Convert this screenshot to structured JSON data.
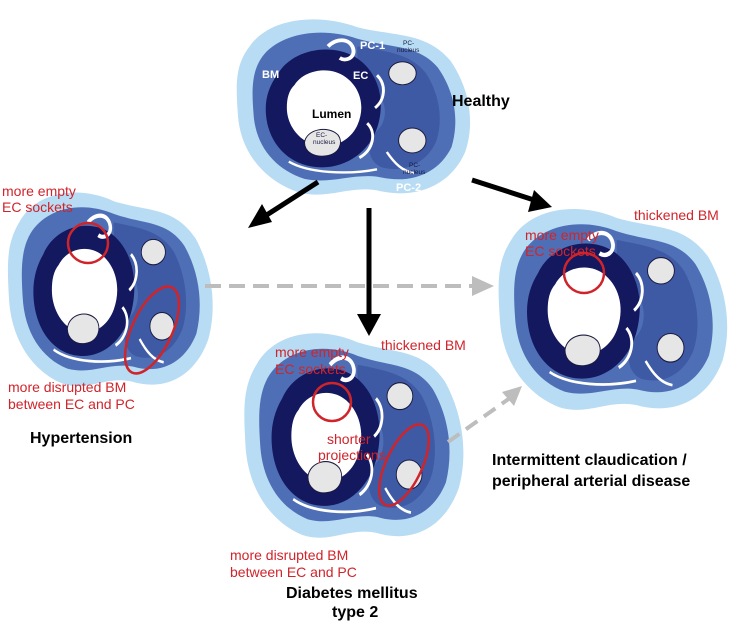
{
  "colors": {
    "outer": "#b8dcf3",
    "bm": "#4e6fb5",
    "ec": "#14185e",
    "pc": "#3e5aa5",
    "nucleus": "#e6e6e6",
    "highlight": "#d0242b",
    "dashed_arrow": "#bdbdbd"
  },
  "healthy": {
    "title": "Healthy",
    "bm": "BM",
    "ec": "EC",
    "lumen": "Lumen",
    "pc1": "PC-1",
    "pc2": "PC-2",
    "pc_nucleus_top_1": "PC-",
    "pc_nucleus_top_2": "nucleus",
    "pc_nucleus_bottom_1": "PC-",
    "pc_nucleus_bottom_2": "nucleus",
    "ec_nucleus_1": "EC-",
    "ec_nucleus_2": "nucleus"
  },
  "hypertension": {
    "title": "Hypertension",
    "note_top_1": "more empty",
    "note_top_2": "EC sockets",
    "note_bottom_1": "more disrupted BM",
    "note_bottom_2": "between EC and PC"
  },
  "diabetes": {
    "title_1": "Diabetes mellitus",
    "title_2": "type 2",
    "note_top_1": "more empty",
    "note_top_2": "EC sockets",
    "note_thick": "thickened BM",
    "note_mid_1": "shorter",
    "note_mid_2": "projections",
    "note_bottom_1": "more disrupted BM",
    "note_bottom_2": "between EC and PC"
  },
  "claudication": {
    "title_1": "Intermittent claudication /",
    "title_2": "peripheral arterial disease",
    "note_thick": "thickened BM",
    "note_top_1": "more empty",
    "note_top_2": "EC sockets"
  }
}
